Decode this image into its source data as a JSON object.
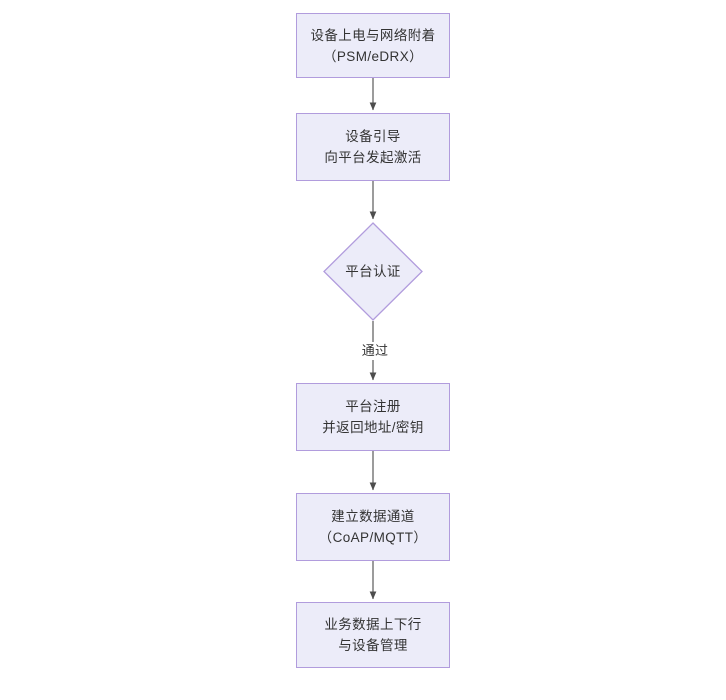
{
  "diagram": {
    "type": "flowchart",
    "orientation": "top-to-bottom",
    "background_color": "#ffffff",
    "node_fill_color": "#ececf9",
    "node_border_color": "#b19cdd",
    "text_color": "#333333",
    "edge_color": "#595959",
    "nodes": [
      {
        "id": "n1",
        "shape": "rectangle",
        "lines": [
          "设备上电与网络附着",
          "（PSM/eDRX）"
        ]
      },
      {
        "id": "n2",
        "shape": "rectangle",
        "lines": [
          "设备引导",
          "向平台发起激活"
        ]
      },
      {
        "id": "n3",
        "shape": "diamond",
        "lines": [
          "平台认证"
        ]
      },
      {
        "id": "n4",
        "shape": "rectangle",
        "lines": [
          "平台注册",
          "并返回地址/密钥"
        ]
      },
      {
        "id": "n5",
        "shape": "rectangle",
        "lines": [
          "建立数据通道",
          "（CoAP/MQTT）"
        ]
      },
      {
        "id": "n6",
        "shape": "rectangle",
        "lines": [
          "业务数据上下行",
          "与设备管理"
        ]
      }
    ],
    "edges": [
      {
        "id": "e1",
        "from": "n1",
        "to": "n2",
        "label": ""
      },
      {
        "id": "e2",
        "from": "n2",
        "to": "n3",
        "label": ""
      },
      {
        "id": "e3",
        "from": "n3",
        "to": "n4",
        "label": "通过"
      },
      {
        "id": "e4",
        "from": "n4",
        "to": "n5",
        "label": ""
      },
      {
        "id": "e5",
        "from": "n5",
        "to": "n6",
        "label": ""
      }
    ]
  }
}
